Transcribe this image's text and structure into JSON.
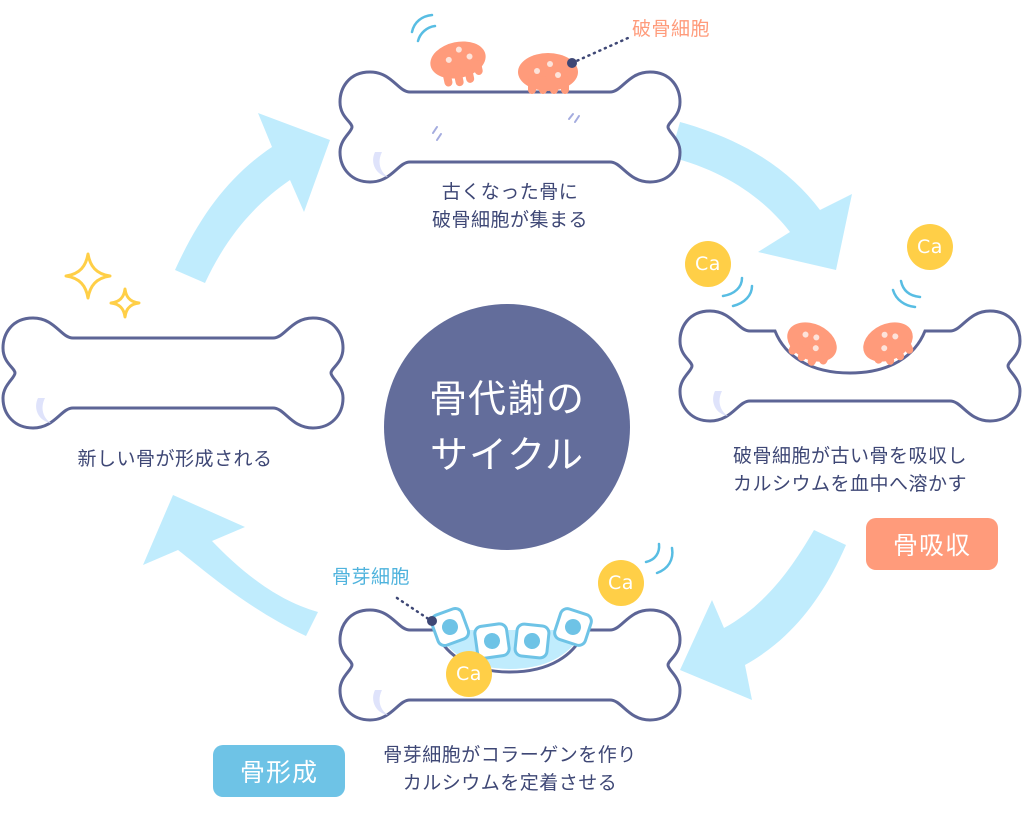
{
  "title": {
    "line1": "骨代謝の",
    "line2": "サイクル"
  },
  "stages": [
    {
      "id": "gathering",
      "caption_line1": "古くなった骨に",
      "caption_line2": "破骨細胞が集まる",
      "callout": "破骨細胞"
    },
    {
      "id": "resorption",
      "caption_line1": "破骨細胞が古い骨を吸収し",
      "caption_line2": "カルシウムを血中へ溶かす",
      "badge": "骨吸収",
      "ca_labels": [
        "Ca",
        "Ca"
      ]
    },
    {
      "id": "formation",
      "caption_line1": "骨芽細胞がコラーゲンを作り",
      "caption_line2": "カルシウムを定着させる",
      "badge": "骨形成",
      "callout": "骨芽細胞",
      "ca_labels": [
        "Ca",
        "Ca"
      ]
    },
    {
      "id": "new-bone",
      "caption_line1": "新しい骨が形成される"
    }
  ],
  "colors": {
    "bone_outline": "#5d6596",
    "center": "#636d9b",
    "arrow": "#c0ecfd",
    "osteoclast": "#ff9b7b",
    "osteoblast": "#6ec3e6",
    "calcium": "#ffcf47",
    "sparkle": "#ffcf47",
    "text": "#3e4775"
  }
}
